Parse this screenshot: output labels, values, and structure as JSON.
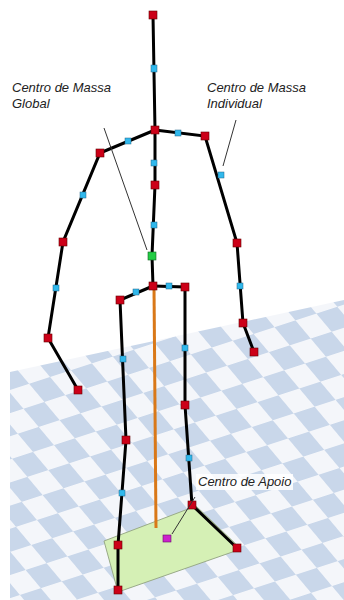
{
  "diagram": {
    "labels": [
      "Centro de Massa Global",
      "Centro de Massa Individual",
      "Centro de Apoio"
    ]
  }
}
